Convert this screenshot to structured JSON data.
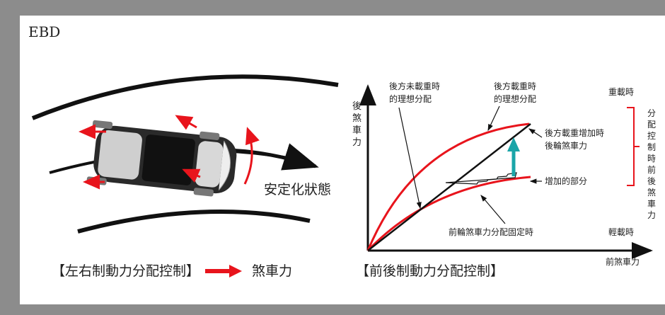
{
  "title": "EBD",
  "left": {
    "stable_label": "安定化狀態",
    "caption": "【左右制動力分配控制】",
    "legend_label": "煞車力",
    "colors": {
      "brake_arrow": "#e8141c",
      "body": "#1a1a1a"
    }
  },
  "right": {
    "caption": "【前後制動力分配控制】",
    "y_axis_label": [
      "後",
      "煞",
      "車",
      "力"
    ],
    "x_axis_label": "前煞車力",
    "curve_unloaded_label": [
      "後方未載重時",
      "的理想分配"
    ],
    "curve_loaded_label": [
      "後方載重時",
      "的理想分配"
    ],
    "heavy_label": "重載時",
    "light_label": "輕載時",
    "increase_label": [
      "後方載重增加時",
      "後輪煞車力"
    ],
    "added_part_label": "增加的部分",
    "fixed_ratio_label": "前輪煞車力分配固定時",
    "bracket_label": [
      "分",
      "配",
      "控",
      "制",
      "時",
      "前",
      "後",
      "煞",
      "車",
      "力"
    ],
    "colors": {
      "curve": "#e8141c",
      "arrow": "#1aa5a8",
      "line": "#111111"
    }
  }
}
